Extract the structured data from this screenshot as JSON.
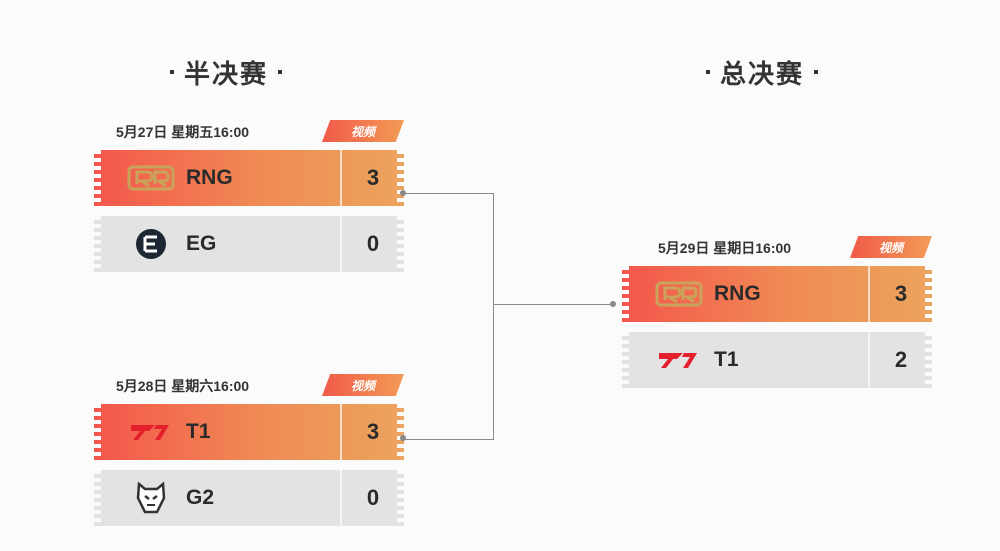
{
  "semifinal": {
    "title": "半决赛",
    "matches": [
      {
        "time": "5月27日 星期五16:00",
        "video": "视频",
        "teams": [
          {
            "name": "RNG",
            "score": "3",
            "logo": "rng-logo"
          },
          {
            "name": "EG",
            "score": "0",
            "logo": "eg-logo"
          }
        ]
      },
      {
        "time": "5月28日 星期六16:00",
        "video": "视频",
        "teams": [
          {
            "name": "T1",
            "score": "3",
            "logo": "t1-logo"
          },
          {
            "name": "G2",
            "score": "0",
            "logo": "g2-logo"
          }
        ]
      }
    ]
  },
  "final": {
    "title": "总决赛",
    "match": {
      "time": "5月29日 星期日16:00",
      "video": "视频",
      "teams": [
        {
          "name": "RNG",
          "score": "3",
          "logo": "rng-logo"
        },
        {
          "name": "T1",
          "score": "2",
          "logo": "t1-logo"
        }
      ]
    }
  },
  "colors": {
    "win_start": "#f3564b",
    "win_end": "#eba45c",
    "lose": "#e3e3e3",
    "t1_red": "#e4202c",
    "rng_gold": "#c9a35a"
  }
}
